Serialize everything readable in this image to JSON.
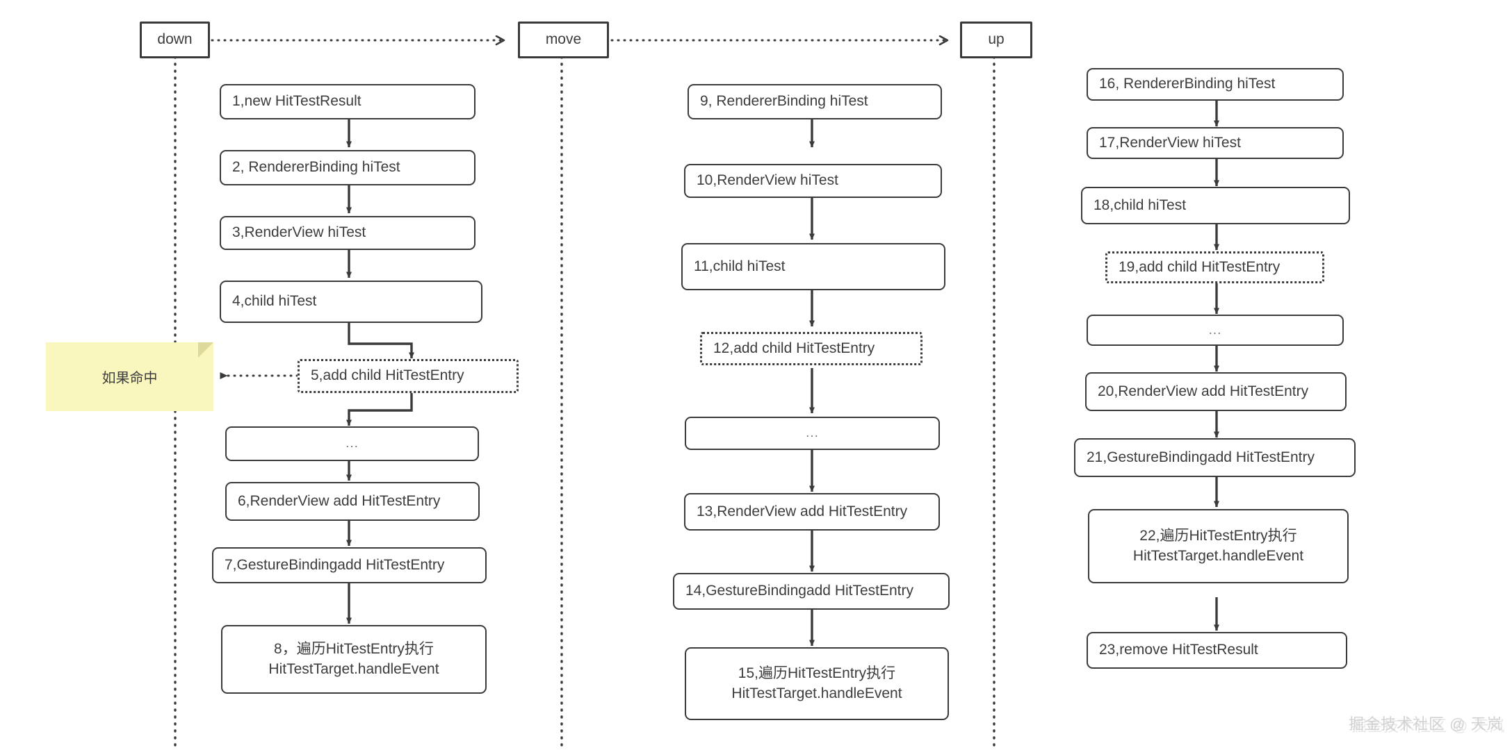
{
  "diagram": {
    "title": "Flutter hit test event dispatch sequence",
    "background": "#ffffff",
    "box_border_color": "#3a3a3a",
    "text_color": "#3c3c3c",
    "note_color": "#f9f7bd",
    "note_fold_color": "#ddd99a"
  },
  "phases": [
    {
      "id": "down",
      "label": "down"
    },
    {
      "id": "move",
      "label": "move"
    },
    {
      "id": "up",
      "label": "up"
    }
  ],
  "note": {
    "label": "如果命中"
  },
  "columns": [
    {
      "phase": "down",
      "steps": [
        {
          "n": "1",
          "label": "1,new HitTestResult",
          "style": "solid"
        },
        {
          "n": "2",
          "label": "2, RendererBinding hiTest",
          "style": "solid"
        },
        {
          "n": "3",
          "label": "3,RenderView hiTest",
          "style": "solid"
        },
        {
          "n": "4",
          "label": "4,child hiTest",
          "style": "solid"
        },
        {
          "n": "5",
          "label": "5,add child HitTestEntry",
          "style": "dashed"
        },
        {
          "n": "",
          "label": "...",
          "style": "ellipsis"
        },
        {
          "n": "6",
          "label": "6,RenderView add HitTestEntry",
          "style": "solid"
        },
        {
          "n": "7",
          "label": "7,GestureBindingadd HitTestEntry",
          "style": "solid"
        },
        {
          "n": "8",
          "label": "8，遍历HitTestEntry执行\nHitTestTarget.handleEvent",
          "style": "solid"
        }
      ]
    },
    {
      "phase": "move",
      "steps": [
        {
          "n": "9",
          "label": "9, RendererBinding hiTest",
          "style": "solid"
        },
        {
          "n": "10",
          "label": "10,RenderView hiTest",
          "style": "solid"
        },
        {
          "n": "11",
          "label": "11,child hiTest",
          "style": "solid"
        },
        {
          "n": "12",
          "label": "12,add child HitTestEntry",
          "style": "dashed"
        },
        {
          "n": "",
          "label": "...",
          "style": "ellipsis"
        },
        {
          "n": "13",
          "label": "13,RenderView add HitTestEntry",
          "style": "solid"
        },
        {
          "n": "14",
          "label": "14,GestureBindingadd HitTestEntry",
          "style": "solid"
        },
        {
          "n": "15",
          "label": "15,遍历HitTestEntry执行\nHitTestTarget.handleEvent",
          "style": "solid"
        }
      ]
    },
    {
      "phase": "up",
      "steps": [
        {
          "n": "16",
          "label": "16, RendererBinding hiTest",
          "style": "solid"
        },
        {
          "n": "17",
          "label": "17,RenderView hiTest",
          "style": "solid"
        },
        {
          "n": "18",
          "label": "18,child hiTest",
          "style": "solid"
        },
        {
          "n": "19",
          "label": "19,add child HitTestEntry",
          "style": "dashed"
        },
        {
          "n": "",
          "label": "...",
          "style": "ellipsis"
        },
        {
          "n": "20",
          "label": "20,RenderView add HitTestEntry",
          "style": "solid"
        },
        {
          "n": "21",
          "label": "21,GestureBindingadd HitTestEntry",
          "style": "solid"
        },
        {
          "n": "22",
          "label": "22,遍历HitTestEntry执行\nHitTestTarget.handleEvent",
          "style": "solid"
        },
        {
          "n": "23",
          "label": "23,remove HitTestResult",
          "style": "solid"
        }
      ]
    }
  ],
  "watermark": {
    "text": "掘金技术社区 @ 天岚"
  }
}
